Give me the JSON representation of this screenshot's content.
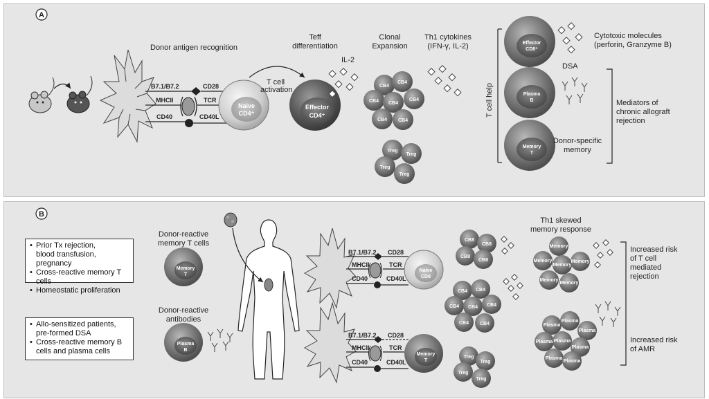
{
  "panel_a": {
    "label": "A",
    "donor_antigen_recognition": "Donor antigen recognition",
    "teff_differentiation_1": "Teff",
    "teff_differentiation_2": "differentiation",
    "clonal_expansion_1": "Clonal",
    "clonal_expansion_2": "Expansion",
    "th1_cytokines_1": "Th1 cytokines",
    "th1_cytokines_2": "(IFN-γ, IL-2)",
    "il2": "IL-2",
    "t_cell_activation_1": "T cell",
    "t_cell_activation_2": "activation",
    "b7": "B7.1/B7.2",
    "cd28": "CD28",
    "mhcii": "MHCII",
    "tcr": "TCR",
    "cd40": "CD40",
    "cd40l": "CD40L",
    "naive_cd4_1": "Naive",
    "naive_cd4_2": "CD4⁺",
    "effector_cd4_1": "Effector",
    "effector_cd4_2": "CD4⁺",
    "cb4": "CB4",
    "treg": "Treg",
    "t_cell_help": "T cell help",
    "effector_cd8_1": "Effector",
    "effector_cd8_2": "CD8⁺",
    "plasma_b_1": "Plasma",
    "plasma_b_2": "B",
    "memory_t_1": "Memory",
    "memory_t_2": "T",
    "cytotoxic_1": "Cytotoxic molecules",
    "cytotoxic_2": "(perforin, Granzyme B)",
    "dsa": "DSA",
    "donor_specific_1": "Donor-specific",
    "donor_specific_2": "memory",
    "mediators_1": "Mediators of",
    "mediators_2": "chronic allograft",
    "mediators_3": "rejection"
  },
  "panel_b": {
    "label": "B",
    "donor_reactive_memory_1": "Donor-reactive",
    "donor_reactive_memory_2": "memory T cells",
    "donor_reactive_antibodies_1": "Donor-reactive",
    "donor_reactive_antibodies_2": "antibodies",
    "box1": [
      "Prior Tx rejection,",
      "blood transfusion, pregnancy",
      "Cross-reactive memory T cells",
      "Homeostatic proliferation"
    ],
    "box2": [
      "Allo-sensitized patients,",
      "pre-formed DSA",
      "Cross-reactive memory B",
      "cells and plasma cells"
    ],
    "memory_t_1": "Memory",
    "memory_t_2": "T",
    "plasma_b_1": "Plasma",
    "plasma_b_2": "B",
    "b7": "B7.1/B7.2",
    "cd28": "CD28",
    "mhcii": "MHCII",
    "tcr": "TCR",
    "cd40": "CD40",
    "cd40l": "CD40L",
    "naive_cd8_1": "Naive",
    "naive_cd8_2": "CD8",
    "memory_cell_1": "Memory",
    "memory_cell_2": "T",
    "cb8": "CB8",
    "cb4": "CB4",
    "treg": "Treg",
    "plasma": "Plasma",
    "th1_skewed_1": "Th1 skewed",
    "th1_skewed_2": "memory response",
    "increased_tcell_1": "Increased risk",
    "increased_tcell_2": "of T cell",
    "increased_tcell_3": "mediated",
    "increased_tcell_4": "rejection",
    "increased_amr_1": "Increased risk",
    "increased_amr_2": "of AMR"
  }
}
